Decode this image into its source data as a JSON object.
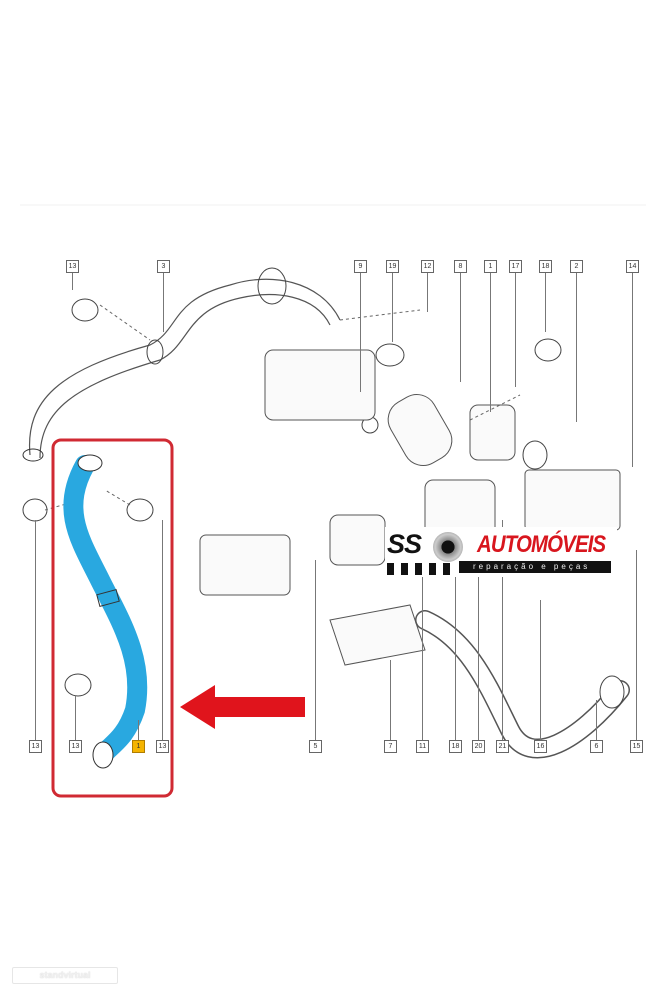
{
  "diagram": {
    "top_labels": [
      "13",
      "3",
      "9",
      "19",
      "12",
      "8",
      "1",
      "17",
      "18",
      "2",
      "14"
    ],
    "bottom_labels": [
      "13",
      "13",
      "1",
      "13",
      "5",
      "7",
      "11",
      "18",
      "20",
      "21",
      "16",
      "6",
      "15"
    ],
    "highlighted_part": "1",
    "colors": {
      "highlight_hose": "#29a8e0",
      "frame": "#d02a33",
      "arrow": "#e0141c",
      "tag_highlight": "#f5b400"
    }
  },
  "logo": {
    "name": "SS AUTOMÓVEIS",
    "ss": "SS",
    "brand": "AUTOMÓVEIS",
    "tagline": "reparação e peças"
  },
  "watermark": "standvirtual"
}
